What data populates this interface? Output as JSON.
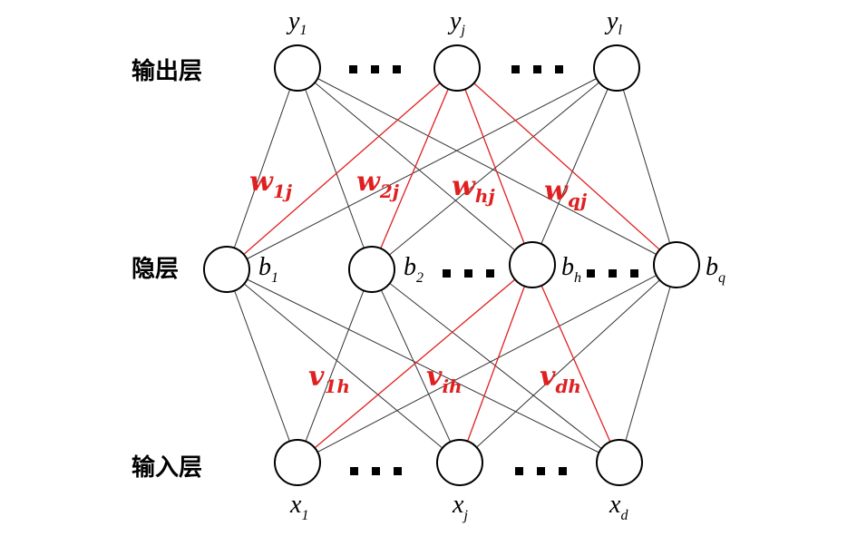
{
  "layers": {
    "output": {
      "label": "输出层"
    },
    "hidden": {
      "label": "隐层"
    },
    "input": {
      "label": "输入层"
    }
  },
  "nodes": {
    "output": [
      {
        "id": "y1",
        "main": "y",
        "sub": "1"
      },
      {
        "id": "yj",
        "main": "y",
        "sub": "j"
      },
      {
        "id": "yl",
        "main": "y",
        "sub": "l"
      }
    ],
    "hidden": [
      {
        "id": "b1",
        "main": "b",
        "sub": "1"
      },
      {
        "id": "b2",
        "main": "b",
        "sub": "2"
      },
      {
        "id": "bh",
        "main": "b",
        "sub": "h"
      },
      {
        "id": "bq",
        "main": "b",
        "sub": "q"
      }
    ],
    "input": [
      {
        "id": "x1",
        "main": "x",
        "sub": "1"
      },
      {
        "id": "xj",
        "main": "x",
        "sub": "j"
      },
      {
        "id": "xd",
        "main": "x",
        "sub": "d"
      }
    ]
  },
  "weights": {
    "hidden_output": [
      {
        "main": "w",
        "sub": "1j"
      },
      {
        "main": "w",
        "sub": "2j"
      },
      {
        "main": "w",
        "sub": "hj"
      },
      {
        "main": "w",
        "sub": "qj"
      }
    ],
    "input_hidden": [
      {
        "main": "v",
        "sub": "1h"
      },
      {
        "main": "v",
        "sub": "ih"
      },
      {
        "main": "v",
        "sub": "dh"
      }
    ]
  },
  "colors": {
    "highlight": "#e02020",
    "edge": "#333333",
    "node_stroke": "#000000"
  }
}
